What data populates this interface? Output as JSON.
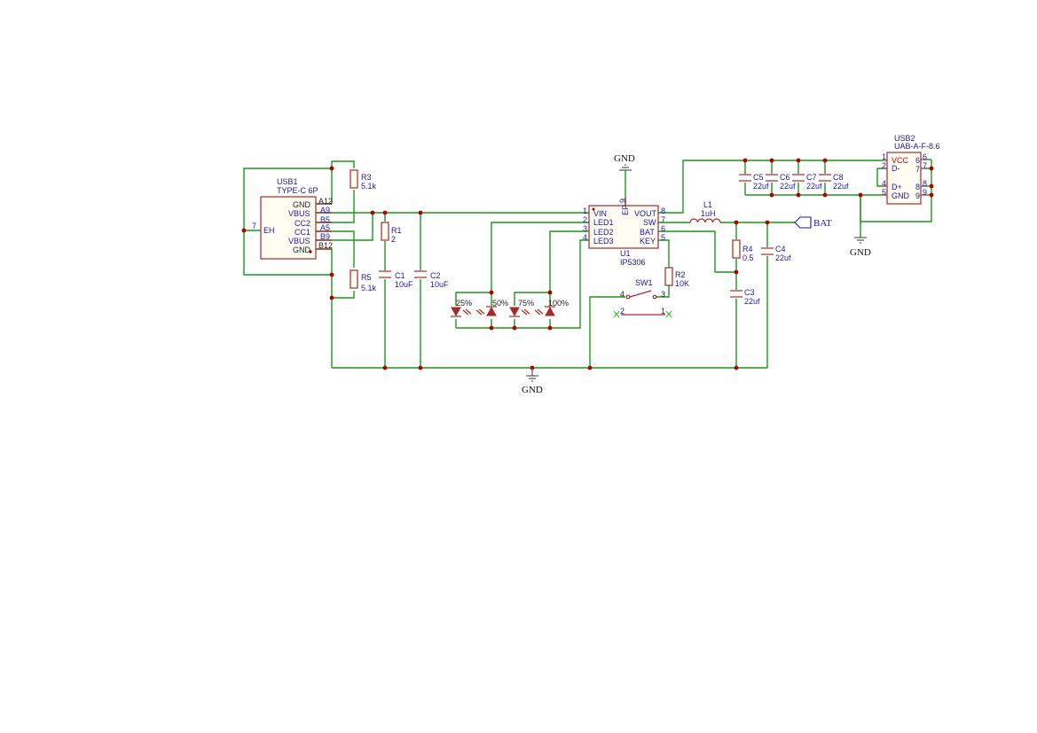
{
  "usb1": {
    "ref": "USB1",
    "value": "TYPE-C 6P",
    "pins_left": [
      "GND",
      "VBUS",
      "CC2",
      "CC1",
      "VBUS",
      "GND"
    ],
    "pins_right": [
      "A12",
      "A9",
      "B5",
      "A5",
      "B9",
      "B12"
    ],
    "eh_pin": "7",
    "eh_label": "EH"
  },
  "r3": {
    "ref": "R3",
    "value": "5.1k"
  },
  "r5": {
    "ref": "R5",
    "value": "5.1k"
  },
  "r1": {
    "ref": "R1",
    "value": "2"
  },
  "c1": {
    "ref": "C1",
    "value": "10uF"
  },
  "c2": {
    "ref": "C2",
    "value": "10uF"
  },
  "u1": {
    "ref": "U1",
    "value": "IP5306",
    "left_pins": [
      "VIN",
      "LED1",
      "LED2",
      "LED3"
    ],
    "left_nums": [
      "1",
      "2",
      "3",
      "4"
    ],
    "right_pins": [
      "VOUT",
      "SW",
      "BAT",
      "KEY"
    ],
    "right_nums": [
      "8",
      "7",
      "6",
      "5"
    ],
    "ep_label": "EP",
    "ep_num": "9"
  },
  "leds": [
    "25%",
    "50%",
    "75%",
    "100%"
  ],
  "sw1": {
    "ref": "SW1",
    "pins": [
      "4",
      "3",
      "2",
      "1"
    ]
  },
  "r2": {
    "ref": "R2",
    "value": "10K"
  },
  "l1": {
    "ref": "L1",
    "value": "1uH"
  },
  "r4": {
    "ref": "R4",
    "value": "0.5"
  },
  "c3": {
    "ref": "C3",
    "value": "22uf"
  },
  "c4": {
    "ref": "C4",
    "value": "22uf"
  },
  "caps_out": [
    {
      "ref": "C5",
      "value": "22uf"
    },
    {
      "ref": "C6",
      "value": "22uf"
    },
    {
      "ref": "C7",
      "value": "22uf"
    },
    {
      "ref": "C8",
      "value": "22uf"
    }
  ],
  "usb2": {
    "ref": "USB2",
    "value": "UAB-A-F-8.6",
    "pins_left": [
      "VCC",
      "D-",
      "D+",
      "GND"
    ],
    "left_nums": [
      "1",
      "2",
      "4",
      "5"
    ],
    "right_nums": [
      "6",
      "7",
      "8",
      "9"
    ]
  },
  "nets": {
    "gnd_top": "GND",
    "gnd_bottom": "GND",
    "gnd_right": "GND",
    "bat": "BAT"
  }
}
